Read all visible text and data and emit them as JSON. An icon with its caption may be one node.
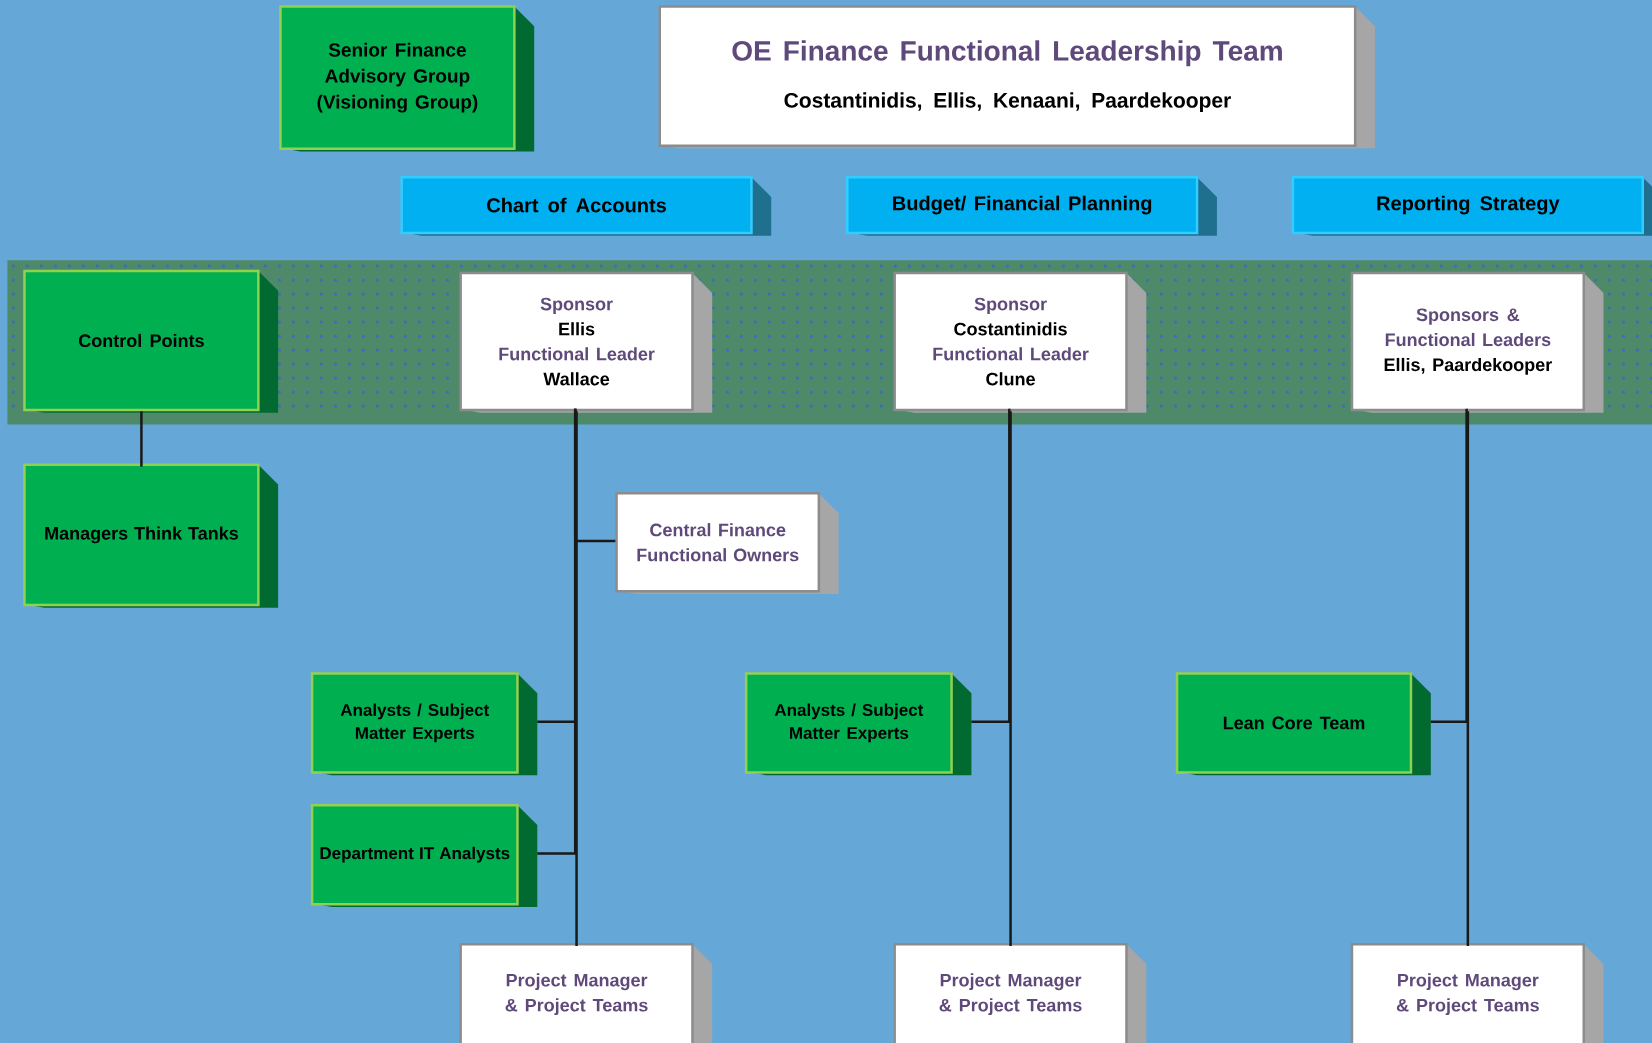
{
  "diagram": {
    "nodes": [
      {
        "text": [
          "Senior Finance Advisory Group (Visioning Group)"
        ]
      },
      {
        "text": [
          "OE Finance Functional Leadership Team",
          "Costantinidis, Ellis, Kenaani, Paardekooper"
        ]
      },
      {
        "text": [
          "Chart of Accounts"
        ]
      },
      {
        "text": [
          "Budget/ Financial Planning"
        ]
      },
      {
        "text": [
          "Reporting Strategy"
        ]
      },
      {
        "text": [
          "Control Points"
        ]
      },
      {
        "text": [
          "Sponsor",
          "Ellis",
          "Functional Leader",
          "Wallace"
        ]
      },
      {
        "text": [
          "Sponsor",
          "Costantinidis",
          "Functional Leader",
          "Clune"
        ]
      },
      {
        "text": [
          "Sponsors & Functional Leaders",
          "Ellis, Paardekooper"
        ]
      },
      {
        "text": [
          "Managers Think Tanks"
        ]
      },
      {
        "text": [
          "Central Finance Functional Owners"
        ]
      },
      {
        "text": [
          "Analysts / Subject Matter Experts"
        ]
      },
      {
        "text": [
          "Analysts / Subject Matter Experts"
        ]
      },
      {
        "text": [
          "Lean Core Team"
        ]
      },
      {
        "text": [
          "Department IT Analysts"
        ]
      },
      {
        "text": [
          "Project Manager & Project Teams"
        ]
      },
      {
        "text": [
          "Project Manager & Project Teams"
        ]
      },
      {
        "text": [
          "Project Manager & Project Teams"
        ]
      }
    ],
    "edges": [
      {
        "from": 5,
        "to": 9,
        "arrow": "none"
      },
      {
        "from": 6,
        "to": 10,
        "arrow": "none"
      },
      {
        "from": 6,
        "to": 11,
        "arrow": "none"
      },
      {
        "from": 6,
        "to": 14,
        "arrow": "none"
      },
      {
        "from": 6,
        "to": 15,
        "arrow": "none"
      },
      {
        "from": 7,
        "to": 12,
        "arrow": "none"
      },
      {
        "from": 7,
        "to": 16,
        "arrow": "none"
      },
      {
        "from": 8,
        "to": 13,
        "arrow": "none"
      },
      {
        "from": 8,
        "to": 17,
        "arrow": "none"
      }
    ]
  }
}
